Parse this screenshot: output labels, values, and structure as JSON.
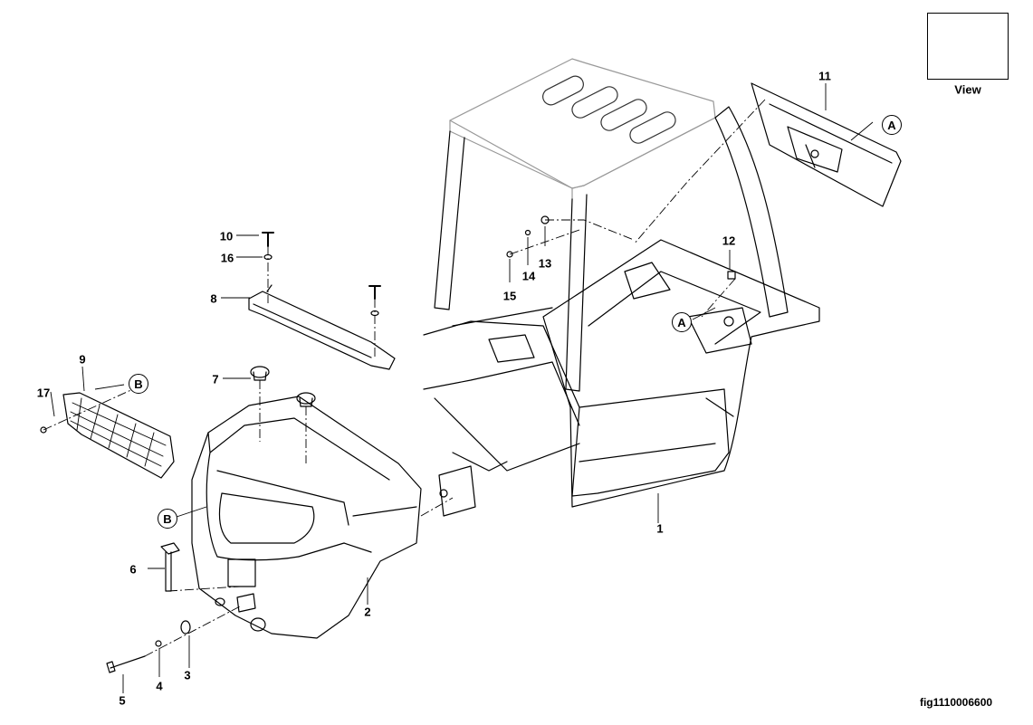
{
  "view_inset": {
    "label": "View"
  },
  "figure_id": "fig1110006600",
  "callouts": [
    "1",
    "2",
    "3",
    "4",
    "5",
    "6",
    "7",
    "8",
    "9",
    "10",
    "11",
    "12",
    "13",
    "14",
    "15",
    "16",
    "17"
  ],
  "references": [
    "A",
    "B"
  ],
  "parts": {
    "frame": "1",
    "counterweight": "2",
    "washer_3": "3",
    "nut": "4",
    "bolt": "5",
    "tow_pin": "6",
    "plug": "7",
    "cover_plate": "8",
    "grille": "9",
    "screw_10": "10",
    "bracket_assembly": "11",
    "bolt_12": "12",
    "washer_13": "13",
    "washer_14": "14",
    "screw_15": "15",
    "washer_16": "16",
    "screw_17": "17"
  }
}
